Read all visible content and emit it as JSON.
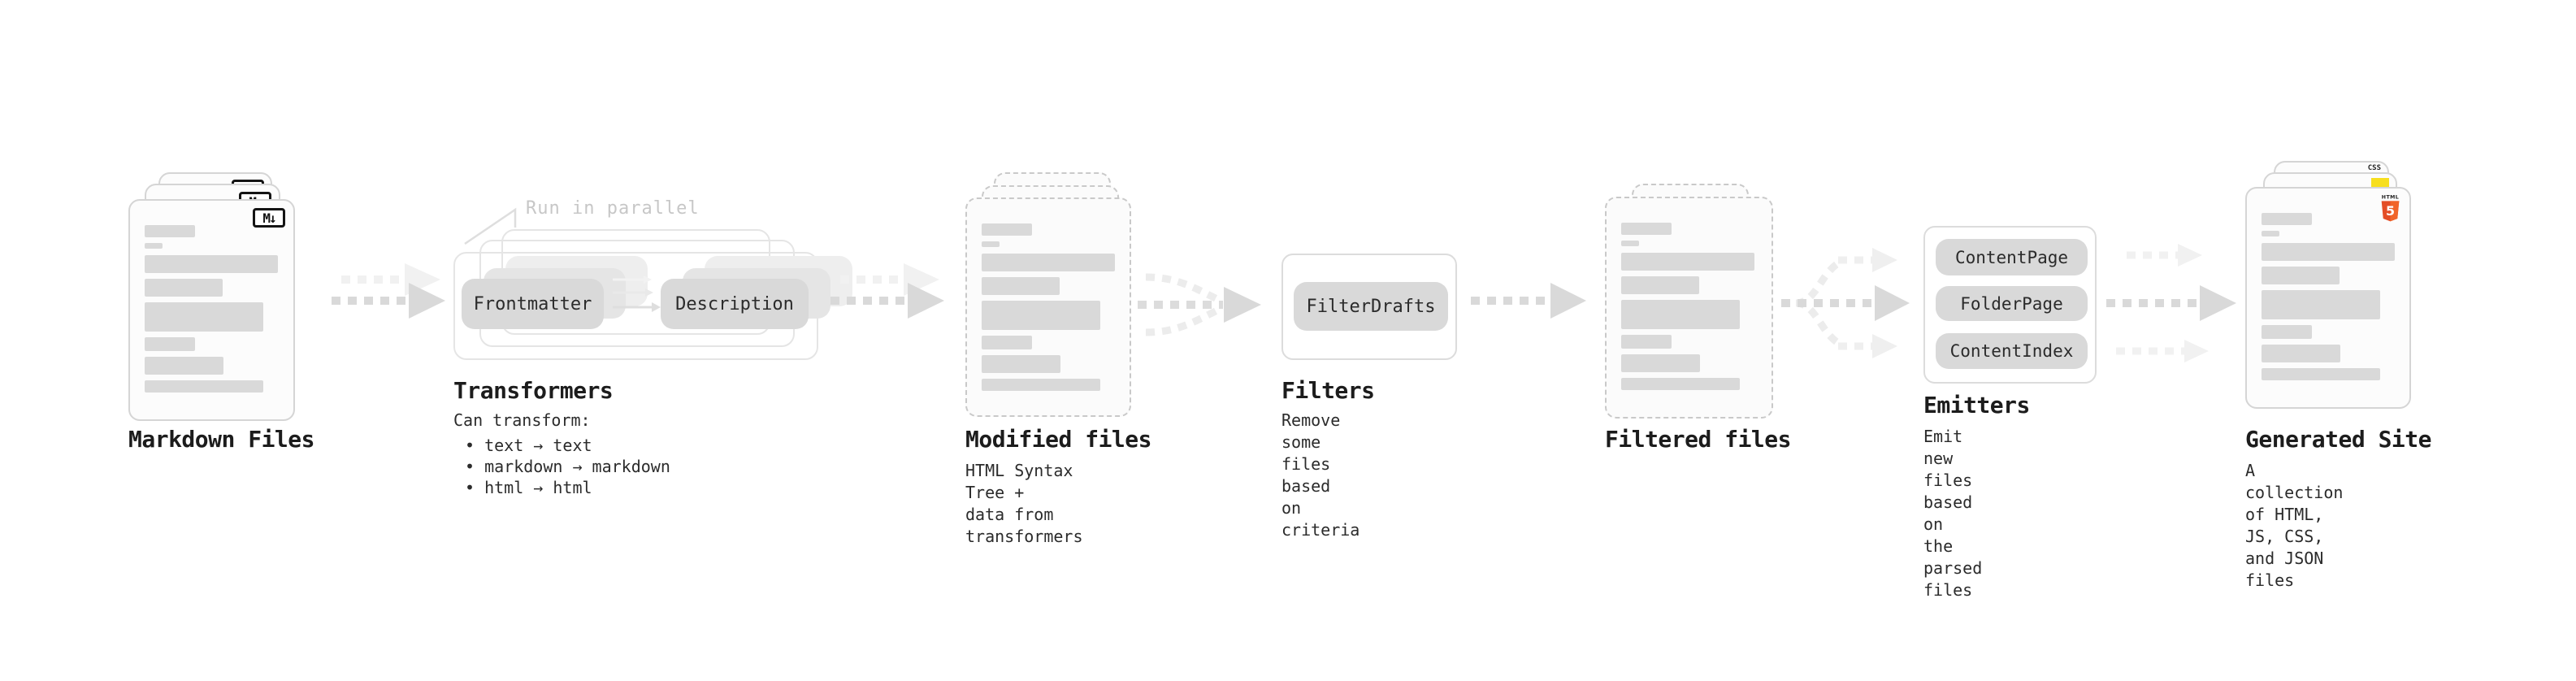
{
  "diagram_title": "Static site generation pipeline",
  "colors": {
    "background": "#ffffff",
    "card_border": "#d5d5d5",
    "dashed_border": "#c9c9c9",
    "placeholder_bar": "#d9d9d9",
    "pill_bg": "#d9d9d9",
    "arrow_dark": "#d9d9d9",
    "arrow_light": "#efefef",
    "note_text": "#c7c7c7",
    "js_yellow": "#f7df1e",
    "css_blue": "#2965f1",
    "html5_orange": "#e44d26",
    "html5_orange_light": "#f16529"
  },
  "stages": {
    "markdown": {
      "label": "Markdown Files",
      "badge": "M↓"
    },
    "transformers": {
      "label": "Transformers",
      "note": "Run in parallel",
      "pill_left": "Frontmatter",
      "pill_right": "Description",
      "desc_title": "Can transform:",
      "bullets": [
        "• text → text",
        "• markdown → markdown",
        "• html → html"
      ]
    },
    "modified": {
      "label": "Modified files",
      "sublabel": "HTML Syntax Tree +\ndata from transformers"
    },
    "filters": {
      "label": "Filters",
      "pill": "FilterDrafts",
      "sublabel": "Remove some files based\non criteria"
    },
    "filtered": {
      "label": "Filtered files"
    },
    "emitters": {
      "label": "Emitters",
      "pills": [
        "ContentPage",
        "FolderPage",
        "ContentIndex"
      ],
      "sublabel": "Emit new files based on\nthe parsed files"
    },
    "generated": {
      "label": "Generated Site",
      "sublabel": "A collection of HTML,\nJS, CSS, and JSON files",
      "css_badge": "CSS",
      "html_badge_label": "HTML",
      "html_badge_number": "5"
    }
  }
}
